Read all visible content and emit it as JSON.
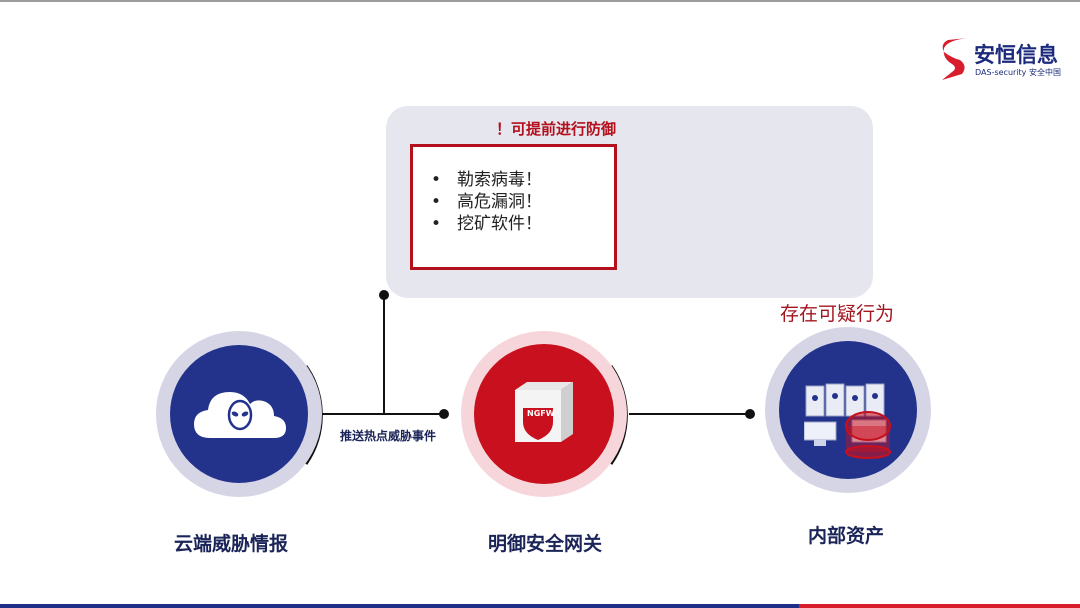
{
  "logo": {
    "name": "安恒信息",
    "sub": "DAS-security 安全中国",
    "colors": {
      "navy": "#1b2a7c",
      "red": "#d81e2c"
    }
  },
  "callout": {
    "title": "！可提前进行防御",
    "threats": [
      "勒索病毒！",
      "高危漏洞！",
      "挖矿软件！"
    ],
    "bullet": "•"
  },
  "nodes": {
    "cloud": {
      "label": "云端威胁情报",
      "icon": "cloud-alien-icon"
    },
    "gateway": {
      "label": "明御安全网关",
      "icon": "ngfw-shield-box-icon",
      "badge": "NGFW"
    },
    "assets": {
      "label": "内部资产",
      "icon": "servers-computers-icon",
      "status": "存在可疑行为"
    }
  },
  "edges": {
    "push_label": "推送热点威胁事件"
  },
  "colors": {
    "navy": "#23338c",
    "red": "#c8101e",
    "ring_blue": "#d5d5e6",
    "ring_red": "#f6d6da"
  }
}
